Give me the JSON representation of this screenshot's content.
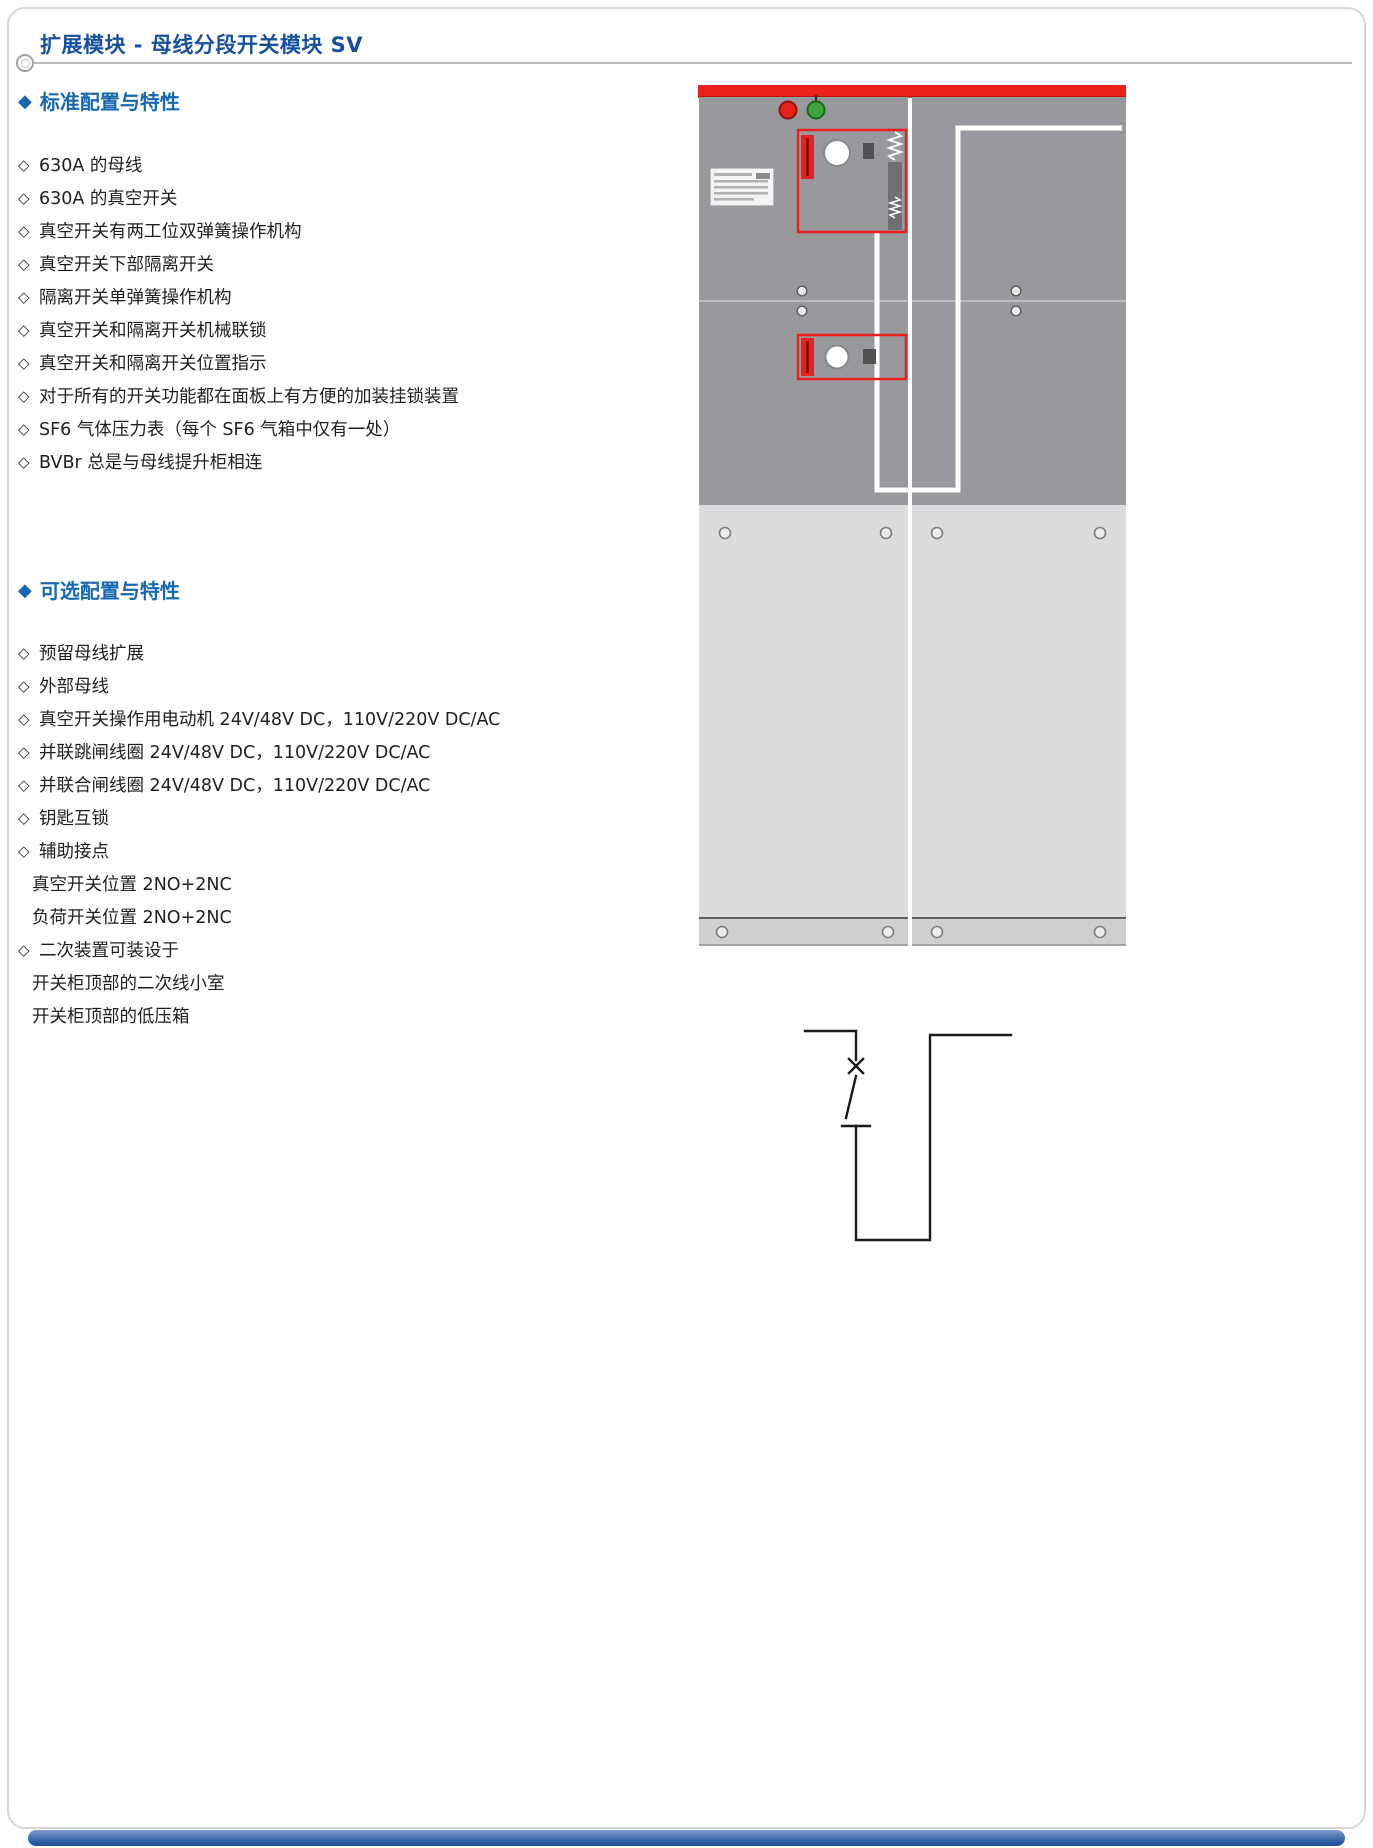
{
  "page": {
    "title": "扩展模块 - 母线分段开关模块 SV"
  },
  "icons": {
    "section_bullet": "◆",
    "item_bullet": "◇"
  },
  "sections": [
    {
      "heading": "标准配置与特性",
      "items": [
        {
          "text": "630A 的母线"
        },
        {
          "text": "630A 的真空开关"
        },
        {
          "text": "真空开关有两工位双弹簧操作机构"
        },
        {
          "text": "真空开关下部隔离开关"
        },
        {
          "text": "隔离开关单弹簧操作机构"
        },
        {
          "text": "真空开关和隔离开关机械联锁"
        },
        {
          "text": "真空开关和隔离开关位置指示"
        },
        {
          "text": "对于所有的开关功能都在面板上有方便的加装挂锁装置"
        },
        {
          "text": "SF6 气体压力表（每个 SF6 气箱中仅有一处）"
        },
        {
          "text": "BVBr 总是与母线提升柜相连"
        }
      ]
    },
    {
      "heading": "可选配置与特性",
      "items": [
        {
          "text": "预留母线扩展"
        },
        {
          "text": "外部母线"
        },
        {
          "text": "真空开关操作用电动机 24V/48V DC，110V/220V DC/AC"
        },
        {
          "text": "并联跳闸线圈 24V/48V DC，110V/220V DC/AC"
        },
        {
          "text": "并联合闸线圈 24V/48V DC，110V/220V DC/AC"
        },
        {
          "text": "钥匙互锁"
        },
        {
          "text": "辅助接点"
        },
        {
          "text": "真空开关位置 2NO+2NC",
          "sub": true
        },
        {
          "text": "负荷开关位置 2NO+2NC",
          "sub": true
        },
        {
          "text": "二次装置可装设于"
        },
        {
          "text": "开关柜顶部的二次线小室",
          "sub": true
        },
        {
          "text": "开关柜顶部的低压箱",
          "sub": true
        }
      ]
    }
  ],
  "colors": {
    "title_blue": "#17509e",
    "heading_blue": "#1668b0",
    "text_dark": "#1f1f1f",
    "rule_gray": "#b9babc",
    "cabinet_red": "#e8211c",
    "cabinet_gray": "#97999c",
    "cabinet_gray_light": "#dbdcde",
    "cabinet_base_gray": "#cfd0d2",
    "footer_blue_light": "#7b9dce",
    "footer_blue_dark": "#24549c"
  }
}
